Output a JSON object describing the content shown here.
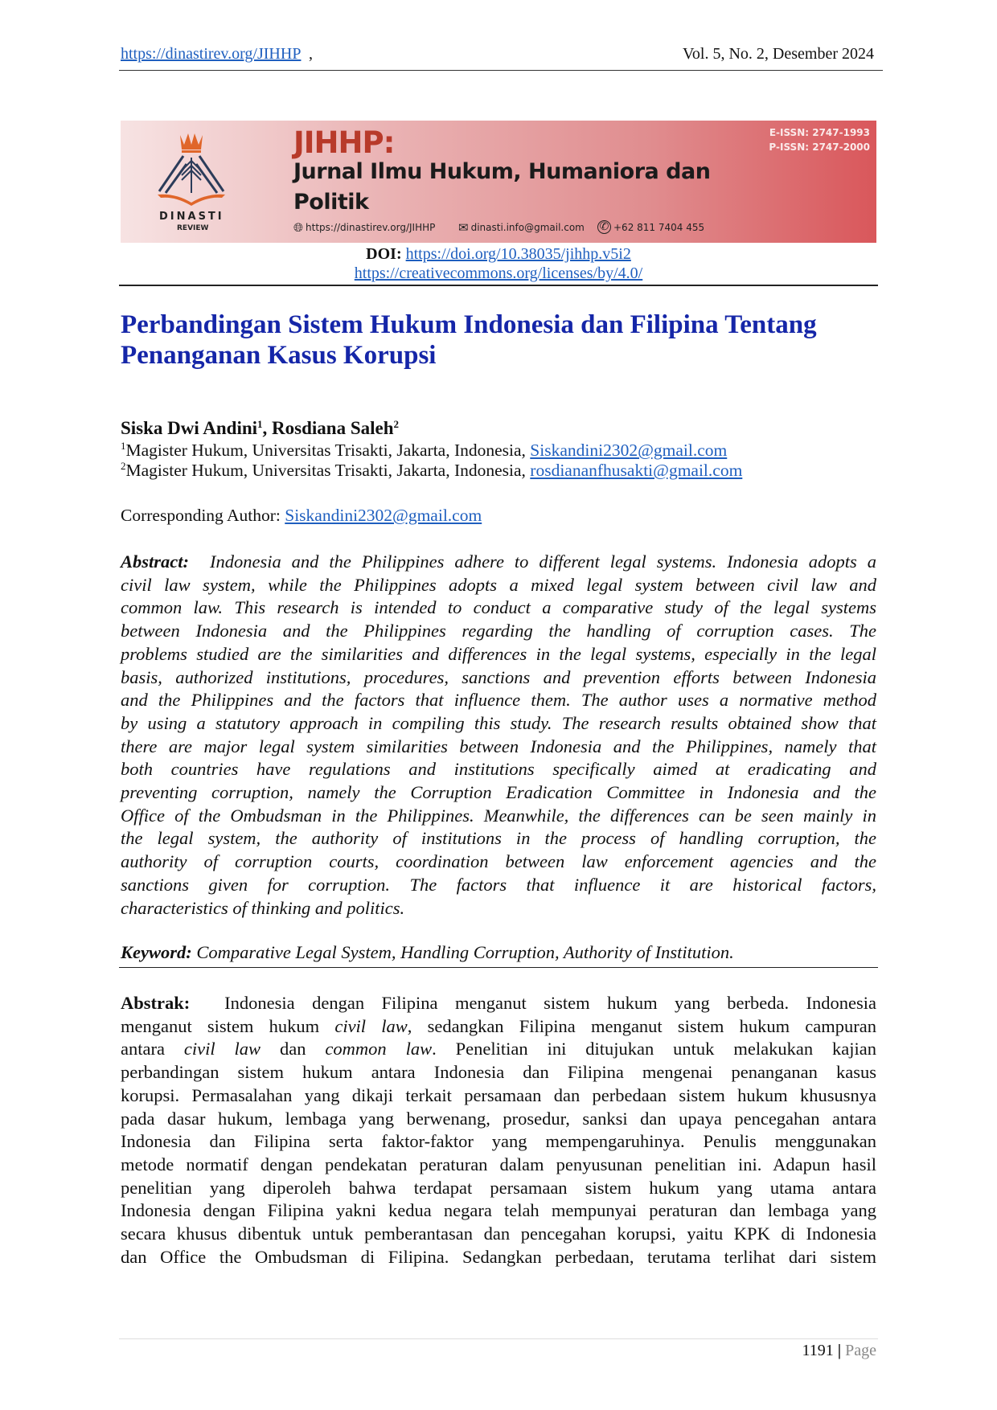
{
  "header": {
    "url": "https://dinastirev.org/JIHHP",
    "url_suffix": ",",
    "volume": "Vol. 5, No. 2, Desember 2024"
  },
  "banner": {
    "title": "JIHHP:",
    "subtitle_line1": "Jurnal Ilmu Hukum, Humaniora dan",
    "subtitle_line2": "Politik",
    "website": "https://dinastirev.org/JIHHP",
    "email": "dinasti.info@gmail.com",
    "phone": "+62 811 7404 455",
    "eissn": "E-ISSN: 2747-1993",
    "pissn": "P-ISSN: 2747-2000",
    "logo_text": "DINASTI",
    "logo_sub": "REVIEW"
  },
  "doi": {
    "label": "DOI:",
    "url": "https://doi.org/10.38035/jihhp.v5i2"
  },
  "license_url": "https://creativecommons.org/licenses/by/4.0/",
  "title_lines": [
    "Perbandingan Sistem Hukum Indonesia dan Filipina Tentang",
    "Penanganan Kasus Korupsi"
  ],
  "authors": [
    {
      "name": "Siska Dwi Andini",
      "sup": "1",
      "sep": ", "
    },
    {
      "name": "Rosdiana Saleh",
      "sup": "2",
      "sep": ""
    }
  ],
  "affiliations": [
    {
      "sup": "1",
      "text": "Magister Hukum, Universitas Trisakti, Jakarta, Indonesia, ",
      "email": "Siskandini2302@gmail.com"
    },
    {
      "sup": "2",
      "text": "Magister Hukum, Universitas Trisakti, Jakarta, Indonesia, ",
      "email": "rosdiananfhusakti@gmail.com"
    }
  ],
  "corresponding": {
    "label": "Corresponding Author: ",
    "email": "Siskandini2302@gmail.com"
  },
  "abstract": {
    "label": "Abstract:",
    "lines": [
      [
        {
          "t": "Indonesia and the Philippines adhere to different legal systems. Indonesia adopts a"
        }
      ],
      [
        {
          "t": "civil law system, while the Philippines adopts a mixed legal system between civil law and"
        }
      ],
      [
        {
          "t": "common law. This research is intended to conduct a comparative study of the legal systems"
        }
      ],
      [
        {
          "t": "between Indonesia and the Philippines regarding the handling of corruption cases. The"
        }
      ],
      [
        {
          "t": "problems studied are the similarities and differences in the legal systems, especially in the legal"
        }
      ],
      [
        {
          "t": "basis, authorized institutions, procedures, sanctions and prevention efforts between Indonesia"
        }
      ],
      [
        {
          "t": "and the Philippines and the factors that influence them. The author uses a normative method"
        }
      ],
      [
        {
          "t": "by using a statutory approach in compiling this study. The research results obtained show that"
        }
      ],
      [
        {
          "t": "there are major legal system similarities between Indonesia and the Philippines, namely that"
        }
      ],
      [
        {
          "t": "both countries have regulations and institutions specifically aimed at eradicating and"
        }
      ],
      [
        {
          "t": "preventing corruption, namely the Corruption Eradication Committee in Indonesia and the"
        }
      ],
      [
        {
          "t": "Office of the Ombudsman in the Philippines. Meanwhile, the differences can be seen mainly in"
        }
      ],
      [
        {
          "t": "the legal system, the authority of institutions in the process of handling corruption, the"
        }
      ],
      [
        {
          "t": "authority of corruption courts, coordination between law enforcement agencies and the"
        }
      ],
      [
        {
          "t": "sanctions given for corruption. The factors that influence it are historical factors,"
        }
      ],
      [
        {
          "t": "characteristics of thinking and politics."
        }
      ]
    ]
  },
  "keyword": {
    "label": "Keyword:",
    "text": "Comparative Legal System, Handling Corruption, Authority of Institution."
  },
  "abstrak": {
    "label": "Abstrak:",
    "lines": [
      [
        {
          "t": "Indonesia dengan Filipina menganut sistem hukum yang berbeda. Indonesia"
        }
      ],
      [
        {
          "t": "menganut sistem hukum "
        },
        {
          "t": "civil law",
          "i": true
        },
        {
          "t": ", sedangkan Filipina menganut sistem hukum campuran"
        }
      ],
      [
        {
          "t": "antara "
        },
        {
          "t": "civil law",
          "i": true
        },
        {
          "t": " dan "
        },
        {
          "t": "common law",
          "i": true
        },
        {
          "t": ". Penelitian ini ditujukan untuk melakukan kajian"
        }
      ],
      [
        {
          "t": "perbandingan sistem hukum antara Indonesia dan Filipina mengenai penanganan kasus"
        }
      ],
      [
        {
          "t": "korupsi. Permasalahan yang dikaji terkait persamaan dan perbedaan sistem hukum khususnya"
        }
      ],
      [
        {
          "t": "pada dasar hukum, lembaga yang berwenang, prosedur, sanksi dan upaya pencegahan antara"
        }
      ],
      [
        {
          "t": "Indonesia dan Filipina serta faktor-faktor yang mempengaruhinya. Penulis menggunakan"
        }
      ],
      [
        {
          "t": "metode normatif dengan pendekatan peraturan dalam penyusunan penelitian ini. Adapun hasil"
        }
      ],
      [
        {
          "t": "penelitian yang diperoleh bahwa terdapat persamaan sistem hukum yang utama antara"
        }
      ],
      [
        {
          "t": "Indonesia dengan Filipina yakni kedua negara telah mempunyai peraturan dan lembaga yang"
        }
      ],
      [
        {
          "t": "secara khusus dibentuk untuk pemberantasan dan pencegahan korupsi, yaitu KPK di Indonesia"
        }
      ],
      [
        {
          "t": "dan Office the Ombudsman di Filipina. Sedangkan perbedaan, terutama terlihat dari sistem"
        }
      ]
    ],
    "continues": true
  },
  "footer": {
    "page": "1191",
    "sep": " | ",
    "label": "Page"
  }
}
